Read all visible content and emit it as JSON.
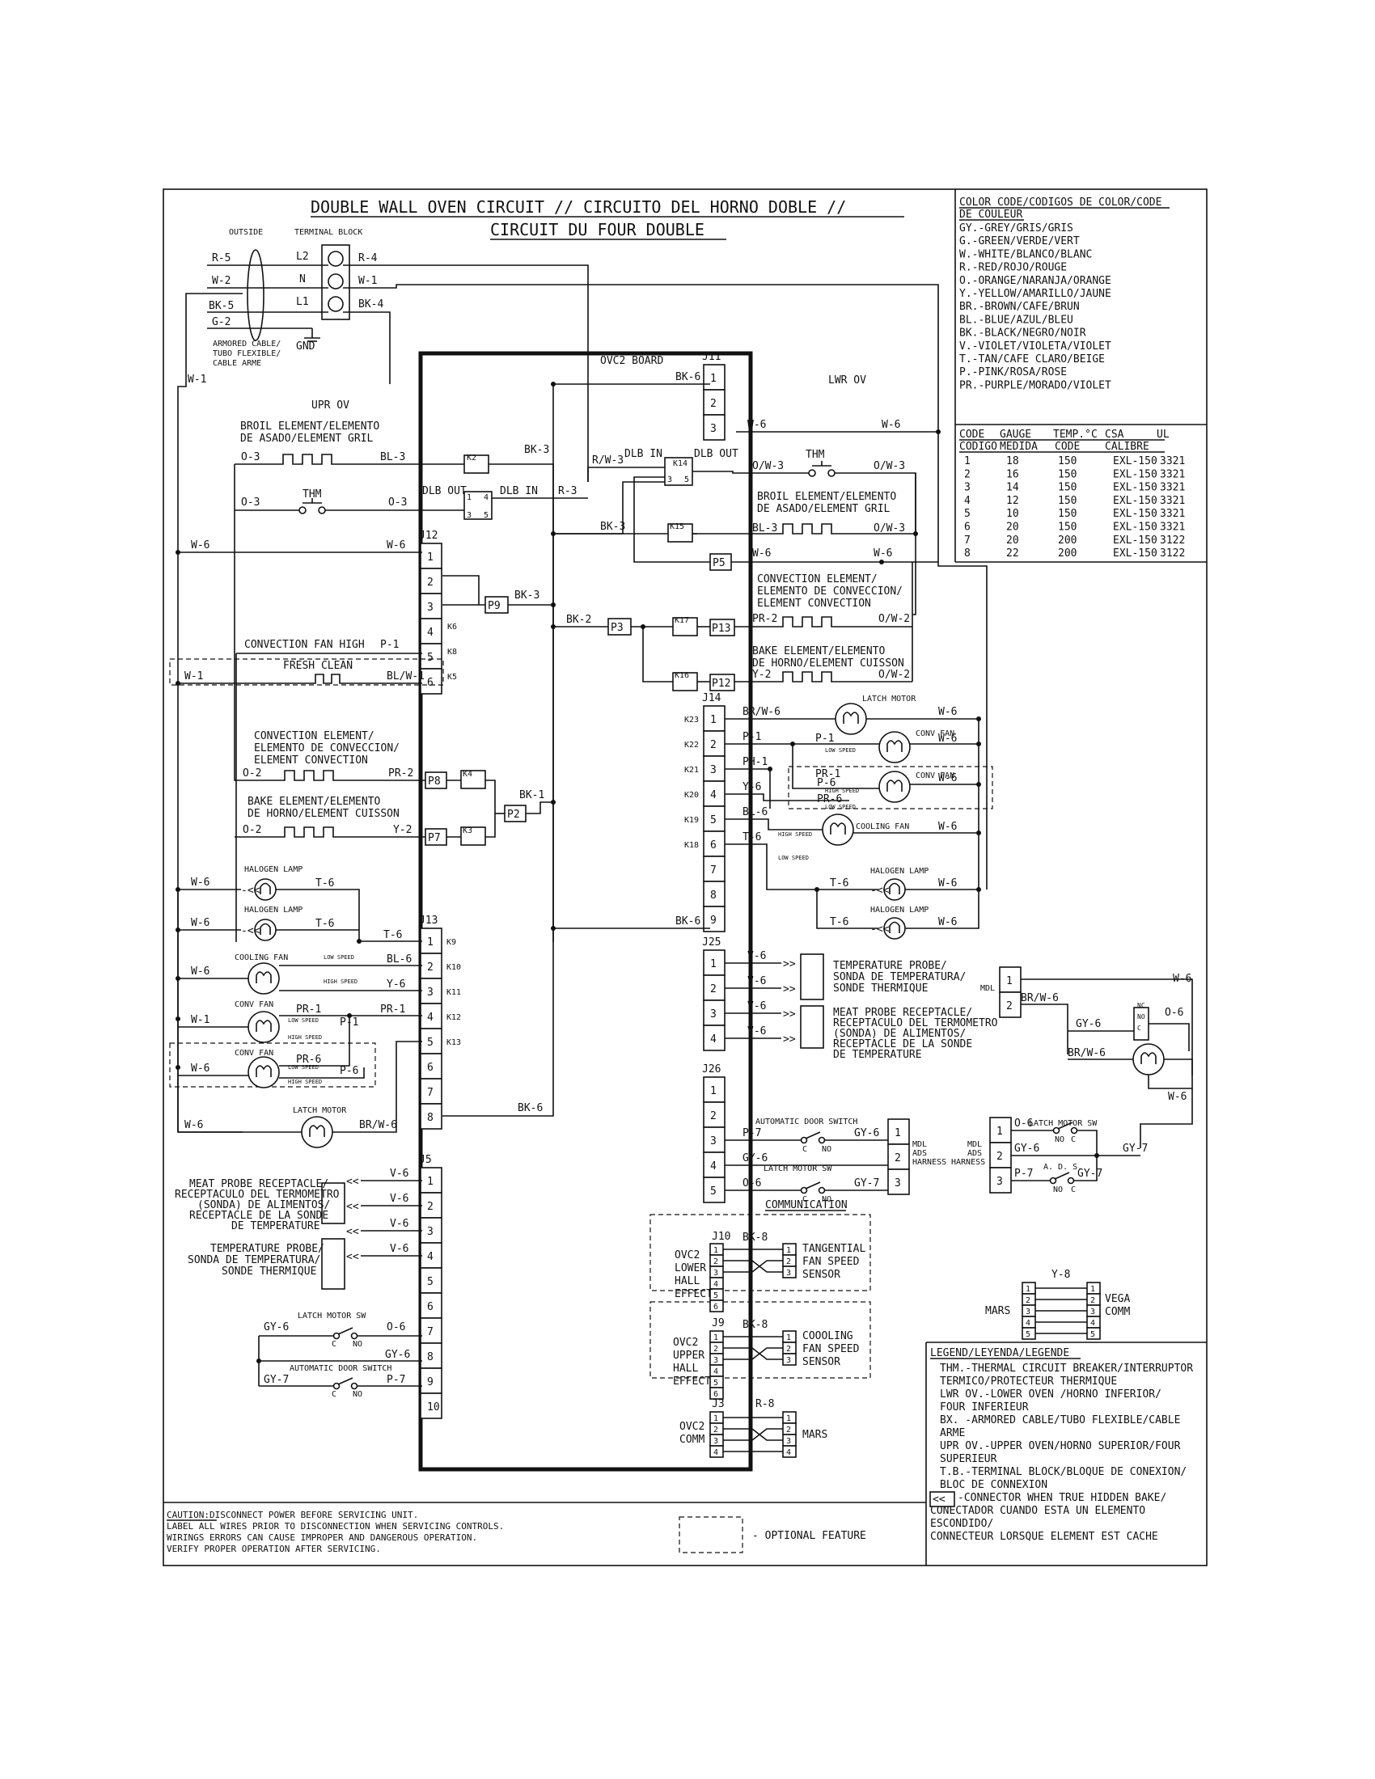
{
  "title": {
    "line1": "DOUBLE WALL OVEN CIRCUIT // CIRCUITO DEL HORNO DOBLE //",
    "line2": "CIRCUIT DU FOUR DOUBLE"
  },
  "terminal": {
    "outside": "OUTSIDE",
    "block": "TERMINAL BLOCK",
    "left": [
      "R-5",
      "W-2",
      "BK-5",
      "G-2"
    ],
    "pins": [
      "L2",
      "N",
      "L1"
    ],
    "right": [
      "R-4",
      "W-1",
      "BK-4"
    ],
    "gnd": "GND",
    "armored": [
      "ARMORED CABLE/",
      "TUBO FLEXIBLE/",
      "CABLE ARME"
    ],
    "w1": "W-1"
  },
  "board": {
    "title": "OVC2 BOARD"
  },
  "section": {
    "upper": "UPR OV",
    "lower": "LWR OV"
  },
  "upper": {
    "broil": [
      "BROIL ELEMENT/ELEMENTO",
      "DE ASADO/ELEMENT GRIL"
    ],
    "broil_wires": [
      "O-3",
      "BL-3",
      "BK-3"
    ],
    "thm": "THM",
    "thm_wires": [
      "O-3",
      "O-3"
    ],
    "dlb_out": "DLB OUT",
    "dlb_in": "DLB IN",
    "r3": "R-3",
    "rw3": "R/W-3",
    "w6": [
      "W-6",
      "W-6"
    ],
    "p9": "P9",
    "bk3b": "BK-3",
    "bk2": "BK-2",
    "p3": "P3",
    "conv_fan_high": "CONVECTION FAN HIGH",
    "p1": "P-1",
    "fresh_clean": "FRESH CLEAN",
    "fresh_wires": [
      "W-1",
      "BL/W-1"
    ],
    "conv": [
      "CONVECTION ELEMENT/",
      "ELEMENTO DE CONVECCION/",
      "ELEMENT CONVECTION"
    ],
    "conv_wires": [
      "O-2",
      "PR-2"
    ],
    "bake": [
      "BAKE ELEMENT/ELEMENTO",
      "DE HORNO/ELEMENT CUISSON"
    ],
    "bake_wires": [
      "O-2",
      "Y-2"
    ],
    "p8": "P8",
    "p7": "P7",
    "p2": "P2",
    "bk1": "BK-1",
    "k4": "K4",
    "k3": "K3",
    "k2": "K2"
  },
  "j11": {
    "label": "J11",
    "pins": [
      "1",
      "2",
      "3"
    ],
    "bk6": "BK-6",
    "w6": [
      "W-6",
      "W-6"
    ]
  },
  "j12": {
    "label": "J12",
    "pins": [
      "1",
      "2",
      "3",
      "4",
      "5",
      "6"
    ],
    "k": [
      "K6",
      "K8",
      "K5"
    ]
  },
  "j13": {
    "label": "J13",
    "pins": [
      "1",
      "2",
      "3",
      "4",
      "5",
      "6",
      "7",
      "8"
    ],
    "k": [
      "K9",
      "K10",
      "K11",
      "K12",
      "K13"
    ],
    "wires": [
      "T-6",
      "BL-6",
      "Y-6",
      "PR-1",
      "BK-6"
    ]
  },
  "j14": {
    "label": "J14",
    "pins": [
      "1",
      "2",
      "3",
      "4",
      "5",
      "6",
      "7",
      "8",
      "9"
    ],
    "k": [
      "K23",
      "K22",
      "K21",
      "K20",
      "K19",
      "K18"
    ],
    "wires": [
      "BR/W-6",
      "P-1",
      "PH-1",
      "Y-6",
      "BL-6",
      "T-6",
      "BK-6"
    ]
  },
  "j25": {
    "label": "J25",
    "pins": [
      "1",
      "2",
      "3",
      "4"
    ],
    "wires": [
      "V-6",
      "V-6",
      "V-6",
      "V-6"
    ]
  },
  "j26": {
    "label": "J26",
    "pins": [
      "1",
      "2",
      "3",
      "4",
      "5"
    ],
    "wires": [
      "P-7",
      "GY-6",
      "GY-6",
      "O-6",
      "GY-7"
    ]
  },
  "j5": {
    "label": "J5",
    "pins": [
      "1",
      "2",
      "3",
      "4",
      "5",
      "6",
      "7",
      "8",
      "9",
      "10"
    ],
    "wires": [
      "V-6",
      "V-6",
      "V-6",
      "V-6",
      "O-6",
      "GY-6",
      "P-7",
      "GY-6",
      "GY-7"
    ]
  },
  "lower": {
    "dlb_in": "DLB IN",
    "dlb_out": "DLB OUT",
    "k14": "K14",
    "ow3": [
      "O/W-3",
      "O/W-3"
    ],
    "thm": "THM",
    "broil": [
      "BROIL ELEMENT/ELEMENTO",
      "DE ASADO/ELEMENT GRIL"
    ],
    "broil_wires": [
      "BK-3",
      "BL-3",
      "O/W-3"
    ],
    "k15": "K15",
    "p5": "P5",
    "w6": [
      "W-6",
      "W-6"
    ],
    "conv": [
      "CONVECTION ELEMENT/",
      "ELEMENTO DE CONVECCION/",
      "ELEMENT CONVECTION"
    ],
    "conv_wires": [
      "PR-2",
      "O/W-2"
    ],
    "bake": [
      "BAKE ELEMENT/ELEMENTO",
      "DE HORNO/ELEMENT CUISSON"
    ],
    "bake_wires": [
      "Y-2",
      "O/W-2"
    ],
    "k17": "K17",
    "k16": "K16",
    "p13": "P13",
    "p12": "P12"
  },
  "loads": {
    "latch_motor": "LATCH MOTOR",
    "conv_fan": "CONV FAN",
    "cooling_fan": "COOLING FAN",
    "halogen_lamp": "HALOGEN LAMP",
    "low_speed": "LOW SPEED",
    "high_speed": "HIGH SPEED",
    "w6": "W-6",
    "p1": "P-1",
    "pr1": "PR-1",
    "p6": "P-6",
    "pr6": "PR-6",
    "t6": "T-6",
    "w1": "W-1",
    "brw6": "BR/W-6"
  },
  "probe": {
    "temp": [
      "TEMPERATURE PROBE/",
      "SONDA DE TEMPERATURA/",
      "SONDE THERMIQUE"
    ],
    "meat": [
      "MEAT PROBE RECEPTACLE/",
      "RECEPTACULO DEL TERMOMETRO",
      "(SONDA) DE ALIMENTOS/",
      "RECEPTACLE DE LA SONDE",
      "DE TEMPERATURE"
    ]
  },
  "switches": {
    "auto_door": "AUTOMATIC DOOR SWITCH",
    "latch_sw": "LATCH MOTOR SW",
    "c": "C",
    "no": "NO",
    "ads": "A. D. S.",
    "mdl": [
      "MDL",
      "ADS",
      "HARNESS"
    ]
  },
  "comm": {
    "title": "COMMUNICATION",
    "j10": "J10",
    "j9": "J9",
    "j3": "J3",
    "lower_hall": [
      "OVC2",
      "LOWER",
      "HALL",
      "EFFECT"
    ],
    "upper_hall": [
      "OVC2",
      "UPPER",
      "HALL",
      "EFFECT"
    ],
    "tangential": [
      "TANGENTIAL",
      "FAN SPEED",
      "SENSOR"
    ],
    "cooling": [
      "COOOLING",
      "FAN SPEED",
      "SENSOR"
    ],
    "ovc2_comm": [
      "OVC2",
      "COMM"
    ],
    "mars": "MARS",
    "vega": [
      "VEGA",
      "COMM"
    ],
    "bk8": "BK-8",
    "r8": "R-8",
    "y8": "Y-8"
  },
  "color_code": {
    "title": [
      "COLOR CODE/CODIGOS DE COLOR/CODE",
      "DE COULEUR"
    ],
    "items": [
      "GY.-GREY/GRIS/GRIS",
      "G.-GREEN/VERDE/VERT",
      "W.-WHITE/BLANCO/BLANC",
      "R.-RED/ROJO/ROUGE",
      "O.-ORANGE/NARANJA/ORANGE",
      "Y.-YELLOW/AMARILLO/JAUNE",
      "BR.-BROWN/CAFE/BRUN",
      "BL.-BLUE/AZUL/BLEU",
      "BK.-BLACK/NEGRO/NOIR",
      "V.-VIOLET/VIOLETA/VIOLET",
      "T.-TAN/CAFE CLARO/BEIGE",
      "P.-PINK/ROSA/ROSE",
      "PR.-PURPLE/MORADO/VIOLET"
    ]
  },
  "gauge_table": {
    "header1": [
      "CODE",
      "GAUGE",
      "TEMP.°C",
      "CSA",
      "UL"
    ],
    "header2": [
      "CODIGO",
      "MEDIDA",
      "CODE",
      "CALIBRE"
    ],
    "rows": [
      [
        "1",
        "18",
        "150",
        "EXL-150",
        "3321"
      ],
      [
        "2",
        "16",
        "150",
        "EXL-150",
        "3321"
      ],
      [
        "3",
        "14",
        "150",
        "EXL-150",
        "3321"
      ],
      [
        "4",
        "12",
        "150",
        "EXL-150",
        "3321"
      ],
      [
        "5",
        "10",
        "150",
        "EXL-150",
        "3321"
      ],
      [
        "6",
        "20",
        "150",
        "EXL-150",
        "3321"
      ],
      [
        "7",
        "20",
        "200",
        "EXL-150",
        "3122"
      ],
      [
        "8",
        "22",
        "200",
        "EXL-150",
        "3122"
      ]
    ]
  },
  "legend": {
    "title": "LEGEND/LEYENDA/LEGENDE",
    "lines": [
      "THM.-THERMAL CIRCUIT BREAKER/INTERRUPTOR",
      "       TERMICO/PROTECTEUR THERMIQUE",
      "LWR OV.-LOWER OVEN /HORNO INFERIOR/",
      "         FOUR INFERIEUR",
      "BX. -ARMORED CABLE/TUBO FLEXIBLE/CABLE",
      "ARME",
      "UPR OV.-UPPER OVEN/HORNO SUPERIOR/FOUR",
      "         SUPERIEUR",
      "T.B.-TERMINAL BLOCK/BLOQUE DE CONEXION/",
      "     BLOC DE CONNEXION",
      "-CONNECTOR WHEN TRUE HIDDEN BAKE/",
      "CONECTADOR CUANDO ESTA UN ELEMENTO",
      "ESCONDIDO/",
      "   CONNECTEUR LORSQUE ELEMENT EST CACHE"
    ]
  },
  "right_motor": {
    "pins": [
      "1",
      "2"
    ],
    "mdl": "MDL",
    "w6": "W-6",
    "brw6": "BR/W-6",
    "gy6": "GY-6",
    "o6": "O-6",
    "nc": "NC",
    "no": "NO",
    "c": "C"
  },
  "right_sw": {
    "title": "LATCH MOTOR SW",
    "pins": [
      "1",
      "2",
      "3"
    ],
    "wires": [
      "O-6",
      "GY-6",
      "GY-7",
      "P-7",
      "GY-7"
    ],
    "mdl": [
      "MDL",
      "ADS",
      "HARNESS"
    ]
  },
  "mid_sw": {
    "pins": [
      "1",
      "2",
      "3"
    ]
  },
  "caution": {
    "lines": [
      "CAUTION:DISCONNECT POWER BEFORE SERVICING UNIT.",
      "        LABEL ALL WIRES PRIOR TO DISCONNECTION WHEN SERVICING CONTROLS.",
      "        WIRINGS ERRORS CAN CAUSE IMPROPER AND DANGEROUS OPERATION.",
      "        VERIFY PROPER OPERATION AFTER SERVICING."
    ]
  },
  "optional": "- OPTIONAL FEATURE"
}
